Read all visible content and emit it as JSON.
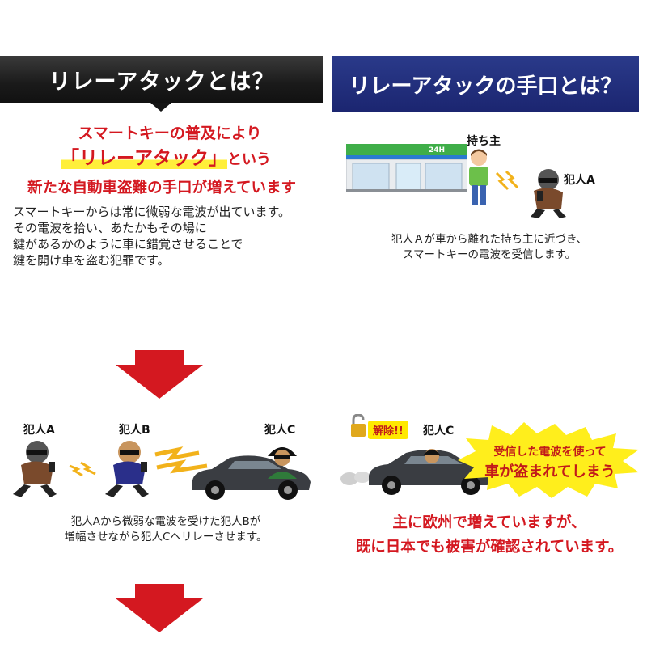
{
  "left_header": {
    "title": "リレーアタックとは？"
  },
  "right_header": {
    "title": "リレーアタックの手口とは？"
  },
  "intro": {
    "line1": "スマートキーの普及により",
    "line2_highlight": "「リレーアタック」",
    "line2_suffix": "という",
    "line3": "新たな自動車盗難の手口が増えています"
  },
  "description": {
    "lines": [
      "スマートキーからは常に微弱な電波が出ています。",
      "その電波を拾い、あたかもその場に",
      "鍵があるかのように車に錯覚させることで",
      "鍵を開け車を盗む犯罪です。"
    ]
  },
  "step1": {
    "store_sign": "24H",
    "owner_label": "持ち主",
    "criminal_label": "犯人A",
    "caption_lines": [
      "犯人Ａが車から離れた持ち主に近づき、",
      "スマートキーの電波を受信します。"
    ]
  },
  "step2": {
    "label_a": "犯人A",
    "label_b": "犯人B",
    "label_c": "犯人C",
    "caption_lines": [
      "犯人Aから微弱な電波を受けた犯人Bが",
      "増幅させながら犯人Cへリレーさせます。"
    ]
  },
  "step3": {
    "unlock_badge": "解除!!",
    "label_c": "犯人C",
    "burst_line1": "受信した電波を使って",
    "burst_line2": "車が盗まれてしまう",
    "warning_lines": [
      "主に欧州で増えていますが、",
      "既に日本でも被害が確認されています。"
    ]
  },
  "colors": {
    "accent_red": "#d41820",
    "navy": "#1b2570",
    "highlight_yellow": "#ffef3a"
  }
}
